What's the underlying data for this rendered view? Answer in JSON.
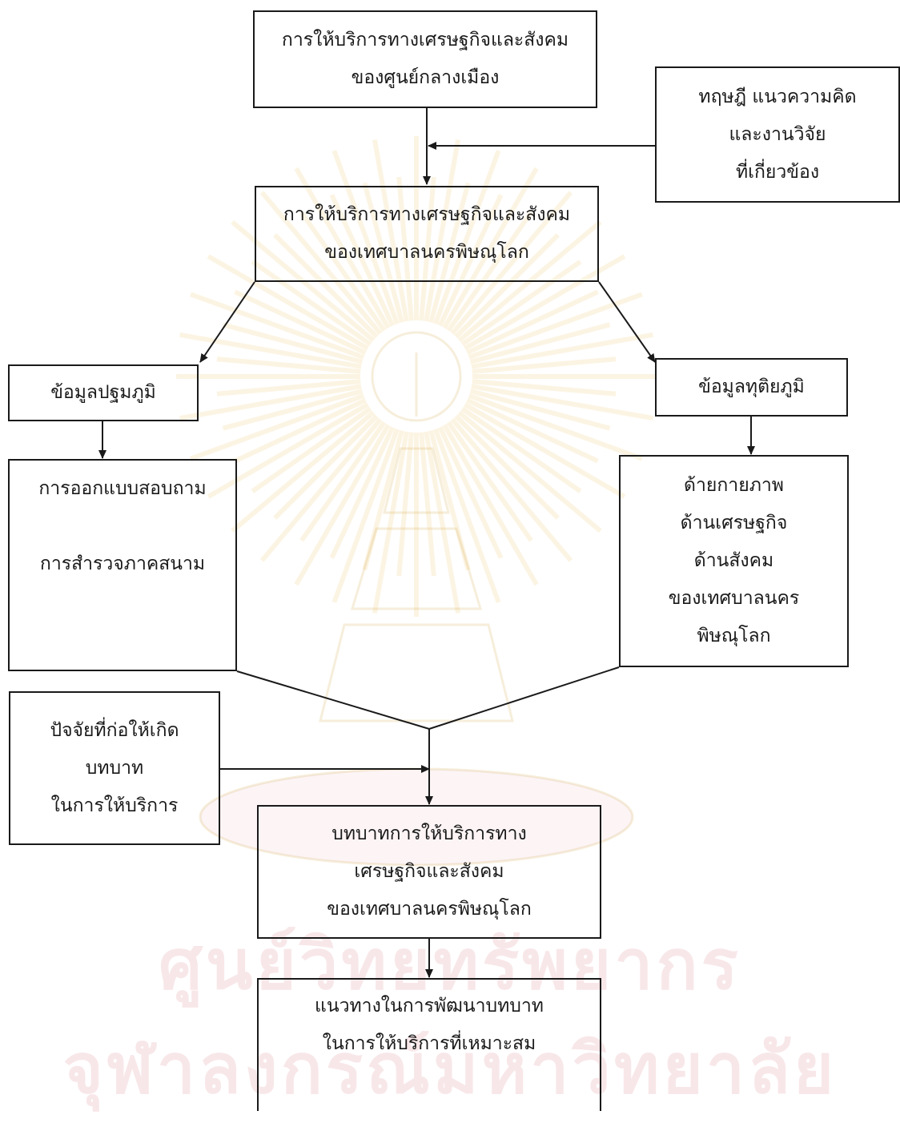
{
  "diagram": {
    "nodes": {
      "source": {
        "lines": [
          "การให้บริการทางเศรษฐกิจและสังคม",
          "ของศูนย์กลางเมือง"
        ]
      },
      "theory": {
        "lines": [
          "ทฤษฎี แนวความคิด",
          "และงานวิจัย",
          "ที่เกี่ยวข้อง"
        ]
      },
      "phitsanulok": {
        "lines": [
          "การให้บริการทางเศรษฐกิจและสังคม",
          "ของเทศบาลนครพิษณุโลก"
        ]
      },
      "primary": {
        "lines": [
          "ข้อมูลปฐมภูมิ"
        ]
      },
      "secondary": {
        "lines": [
          "ข้อมูลทุติยภูมิ"
        ]
      },
      "methods": {
        "lines": [
          "การออกแบบสอบถาม",
          "",
          "การสำรวจภาคสนาม"
        ]
      },
      "aspects": {
        "lines": [
          "ด้ายกายภาพ",
          "ด้านเศรษฐกิจ",
          "ด้านสังคม",
          "ของเทศบาลนคร",
          "พิษณุโลก"
        ]
      },
      "factors": {
        "lines": [
          "ปัจจัยที่ก่อให้เกิด",
          "บทบาท",
          "ในการให้บริการ"
        ]
      },
      "role": {
        "lines": [
          "บทบาทการให้บริการทาง",
          "เศรษฐกิจและสังคม",
          "ของเทศบาลนครพิษณุโลก"
        ]
      },
      "guideline": {
        "lines": [
          "แนวทางในการพัฒนาบทบาท",
          "ในการให้บริการที่เหมาะสม"
        ]
      }
    },
    "edges": [
      {
        "from": "source",
        "to": "phitsanulok"
      },
      {
        "from": "theory",
        "to": "phitsanulok"
      },
      {
        "from": "phitsanulok",
        "to": "primary"
      },
      {
        "from": "phitsanulok",
        "to": "secondary"
      },
      {
        "from": "primary",
        "to": "methods"
      },
      {
        "from": "secondary",
        "to": "aspects"
      },
      {
        "from": "methods",
        "to": "role"
      },
      {
        "from": "aspects",
        "to": "role"
      },
      {
        "from": "factors",
        "to": "role"
      },
      {
        "from": "role",
        "to": "guideline"
      }
    ]
  },
  "watermark": {
    "line1": "ศูนย์วิทยทรัพยากร",
    "line2": "จุฬาลงกรณ์มหาวิทยาลัย",
    "color": "#c8102e"
  }
}
